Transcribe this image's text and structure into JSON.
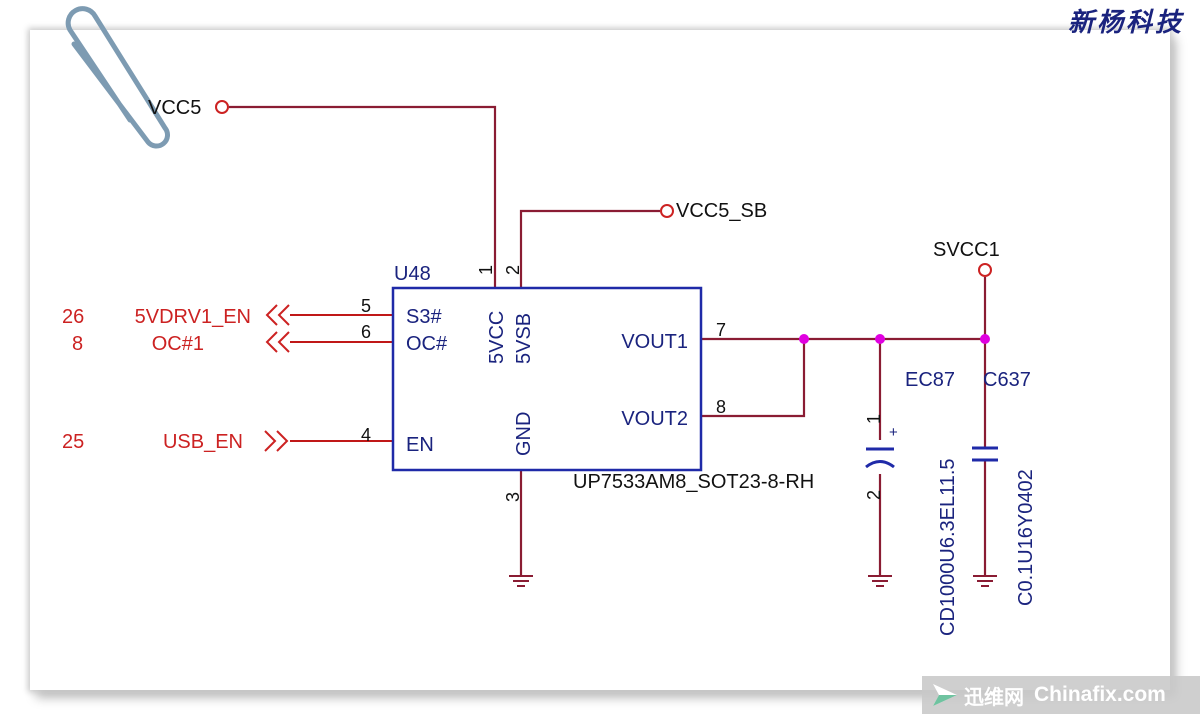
{
  "brand": "新杨科技",
  "watermark": {
    "site_cn": "迅维网",
    "site": "Chinafix.com"
  },
  "component": {
    "ref": "U48",
    "part": "UP7533AM8_SOT23-8-RH",
    "pins": {
      "s3": "S3#",
      "oc": "OC#",
      "en": "EN",
      "vout1": "VOUT1",
      "vout2": "VOUT2",
      "vcc": "5VCC",
      "vsb": "5VSB",
      "gnd": "GND"
    },
    "pin_numbers": {
      "p1": "1",
      "p2": "2",
      "p3": "3",
      "p4": "4",
      "p5": "5",
      "p6": "6",
      "p7": "7",
      "p8": "8"
    }
  },
  "nets": {
    "vcc5": "VCC5",
    "vcc5_sb": "VCC5_SB",
    "svcc1": "SVCC1",
    "en_net": "5VDRV1_EN",
    "oc_net": "OC#1",
    "usb_en": "USB_EN"
  },
  "offpage": {
    "ref1": "26",
    "ref2": "8",
    "ref3": "25"
  },
  "capacitors": {
    "ec87": {
      "ref": "EC87",
      "value": "CD1000U6.3EL11.5",
      "pin1": "1",
      "pin2": "2",
      "polarity": "+"
    },
    "c637": {
      "ref": "C637",
      "value": "C0.1U16Y0402"
    }
  },
  "colors": {
    "wire": "#8a1c33",
    "net_label": "#cc2222",
    "component": "#1f2aa8",
    "junction": "#e000e0"
  },
  "icons": [
    "paperclip-icon",
    "ground-symbol",
    "net-port-symbol",
    "offpage-connector",
    "chinafix-logo-icon"
  ]
}
